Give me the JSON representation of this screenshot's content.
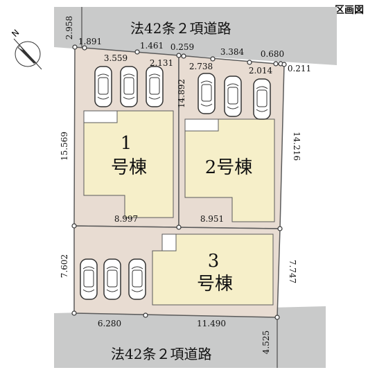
{
  "title_tag": "区画図",
  "compass_label": "N",
  "roads": {
    "top": "法42条２項道路",
    "bottom": "法42条２項道路"
  },
  "lots": [
    {
      "line1": "1",
      "line2": "号棟"
    },
    {
      "line1": "2号棟",
      "line2": ""
    },
    {
      "line1": "3",
      "line2": "号棟"
    }
  ],
  "dimensions": {
    "road_top_width": "2.958",
    "top_seg1": "1.891",
    "top_seg2": "1.461",
    "top_seg3": "0.259",
    "top_seg4": "3.384",
    "top_seg5": "0.680",
    "top_seg6": "0.211",
    "inner1": "3.559",
    "inner2": "2.131",
    "inner3": "2.738",
    "inner4": "2.014",
    "lot1_left": "15.569",
    "lot2_mid": "14.892",
    "lot2_right": "14.216",
    "lot1_bottom": "8.997",
    "lot2_bottom": "8.951",
    "lot3_left": "7.602",
    "lot3_right": "7.747",
    "bottom_seg1": "6.280",
    "bottom_seg2": "11.490",
    "road_bottom_width": "4.525"
  },
  "colors": {
    "road": "#c9caca",
    "lot": "#e8dcd2",
    "house": "#f6efc9",
    "line": "#5a5a5a"
  }
}
